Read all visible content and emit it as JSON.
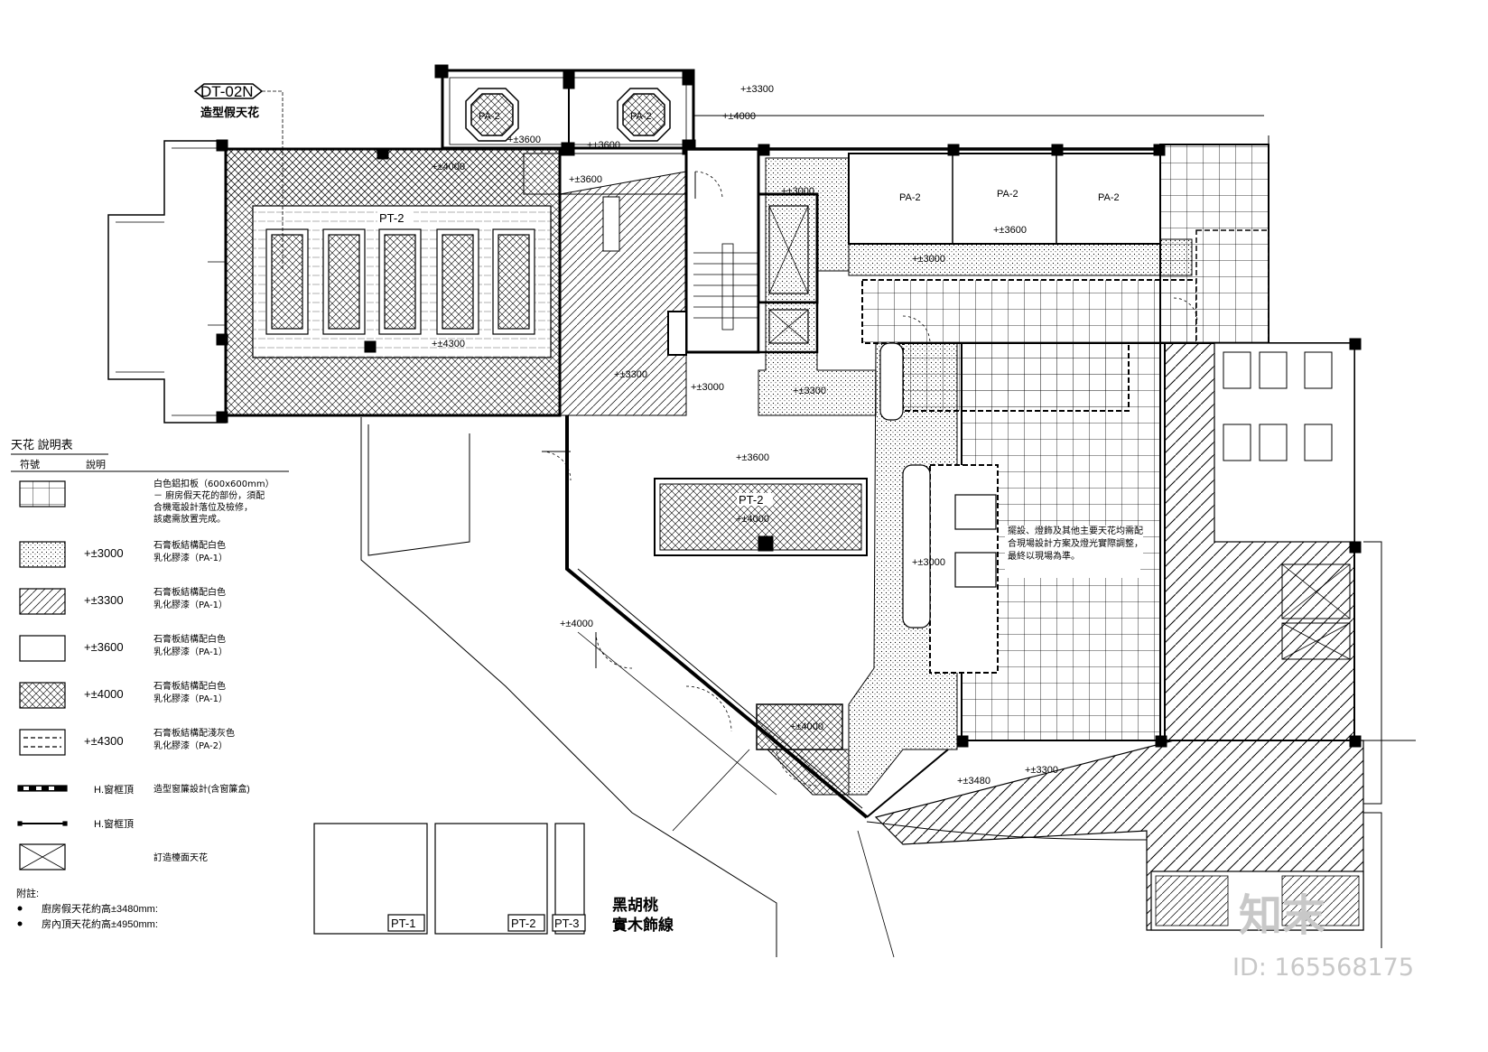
{
  "detail_tag": "DT-02N",
  "detail_title": "造型假天花",
  "levels": {
    "l3000": "+±3000",
    "l3300": "+±3300",
    "l3600": "+±3600",
    "l4000": "+±4000",
    "l4300": "+±4300",
    "l3480": "+±3480"
  },
  "panel_tags": {
    "pa2": "PA-2",
    "pt2": "PT-2"
  },
  "room_note": "擺設、燈飾及其他主要天花均需配合現場設計方案及燈光實際調整，最終以現場為準。",
  "legend": {
    "title": "天花  說明表",
    "col_symbol": "符號",
    "col_desc": "說明",
    "rows": [
      {
        "level": "",
        "desc": "白色鋁扣板（600x600mm）\n－ 廚房假天花的部份，須配\n合機電設計落位及檢修，\n該處需放置完成。"
      },
      {
        "level": "+±3000",
        "desc": "石膏板結構配白色\n乳化膠漆（PA-1）"
      },
      {
        "level": "+±3300",
        "desc": "石膏板結構配白色\n乳化膠漆（PA-1）"
      },
      {
        "level": "+±3600",
        "desc": "石膏板結構配白色\n乳化膠漆（PA-1）"
      },
      {
        "level": "+±4000",
        "desc": "石膏板結構配白色\n乳化膠漆（PA-1）"
      },
      {
        "level": "+±4300",
        "desc": "石膏板結構配淺灰色\n乳化膠漆（PA-2）"
      },
      {
        "level": "H.窗框頂",
        "desc": "造型窗簾設計(含窗簾盒)"
      },
      {
        "level": "H.窗框頂",
        "desc": ""
      },
      {
        "level": "",
        "desc": "訂造檯面天花"
      }
    ]
  },
  "notes": {
    "title": "附註:",
    "items": [
      "廚房假天花約高±3480mm:",
      "房內頂天花約高±4950mm:"
    ]
  },
  "swatches": {
    "labels": [
      "PT-1",
      "PT-2",
      "PT-3"
    ],
    "caption1": "黑胡桃",
    "caption2": "實木飾線"
  },
  "watermark": {
    "text": "知末",
    "id": "ID: 165568175"
  }
}
